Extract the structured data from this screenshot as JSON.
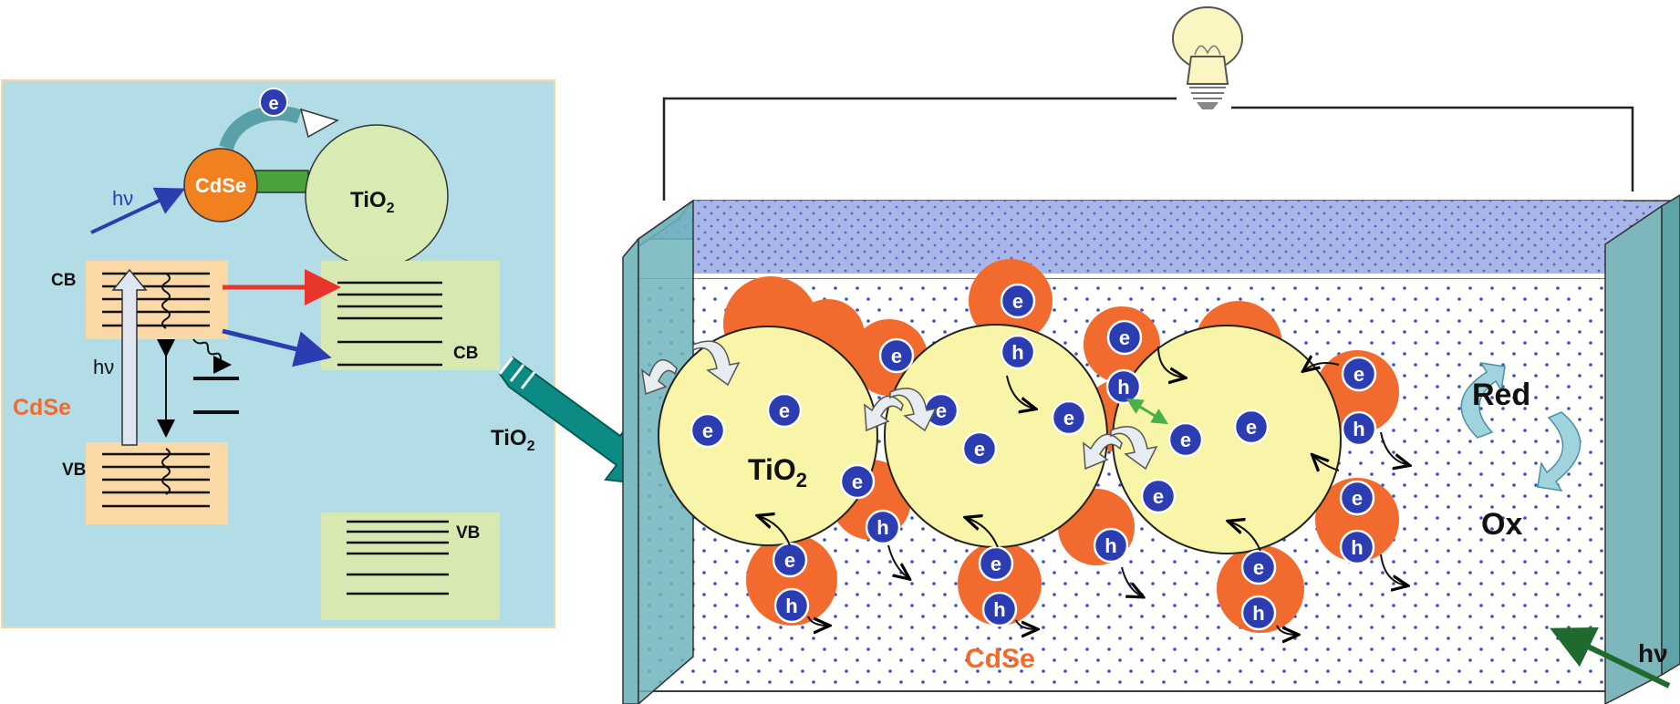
{
  "left_panel": {
    "hv_top": "hν",
    "cdse_dot": "CdSe",
    "tio2_main": "TiO",
    "tio2_sub": "2",
    "e_badge": "e",
    "cb_left": "CB",
    "cb_right": "CB",
    "hv_vertical": "hν",
    "cdse_side": "CdSe",
    "vb_left": "VB",
    "vb_right": "VB"
  },
  "middle": {
    "tio2_main": "TiO",
    "tio2_sub": "2"
  },
  "cell": {
    "tio2_main": "TiO",
    "tio2_sub": "2",
    "cdse": "CdSe",
    "red": "Red",
    "ox": "Ox",
    "hv": "hν",
    "electron": "e",
    "hole": "h"
  },
  "colors": {
    "panel_bg": "#b3dde6",
    "orange_box": "#fbd9a6",
    "green_box": "#d7e9b0",
    "cdse_orange": "#f26b2e",
    "tio2_yellow": "#f8f4a8",
    "electron_blue": "#2b3db0",
    "teal_arrow": "#0b8b84",
    "electrolyte_dot": "#3a4fc8"
  }
}
